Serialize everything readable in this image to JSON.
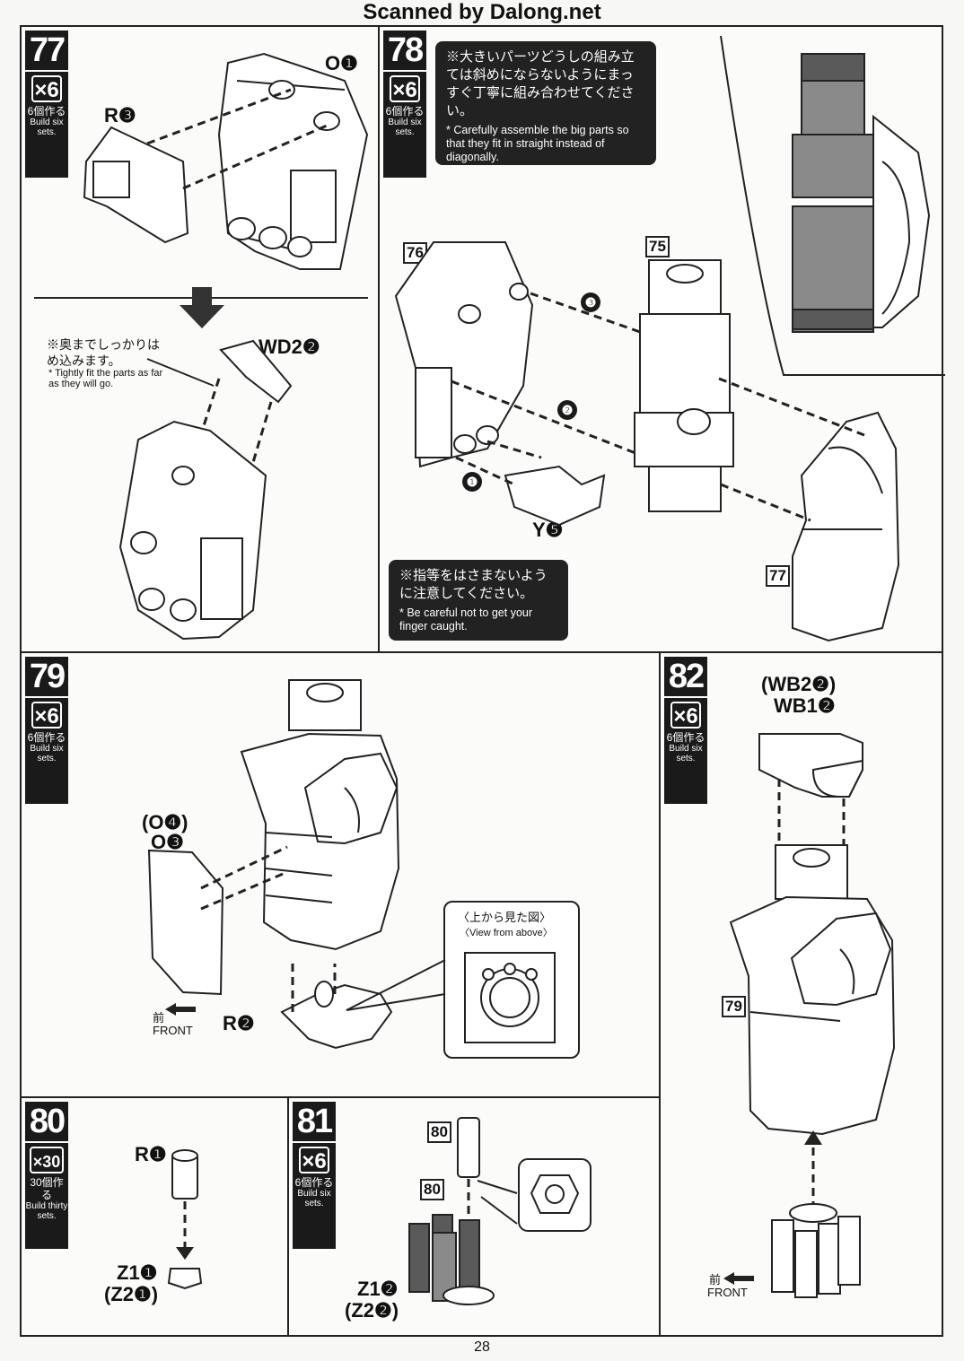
{
  "header": {
    "scan_credit": "Scanned by Dalong.net"
  },
  "page_number": "28",
  "steps": {
    "s77": {
      "number": "77",
      "multiplier": "×6",
      "count_jp": "6個作る",
      "count_en": "Build six sets."
    },
    "s78": {
      "number": "78",
      "multiplier": "×6",
      "count_jp": "6個作る",
      "count_en": "Build six sets."
    },
    "s79": {
      "number": "79",
      "multiplier": "×6",
      "count_jp": "6個作る",
      "count_en": "Build six sets."
    },
    "s80": {
      "number": "80",
      "multiplier": "×30",
      "count_jp": "30個作る",
      "count_en": "Build thirty sets."
    },
    "s81": {
      "number": "81",
      "multiplier": "×6",
      "count_jp": "6個作る",
      "count_en": "Build six sets."
    },
    "s82": {
      "number": "82",
      "multiplier": "×6",
      "count_jp": "6個作る",
      "count_en": "Build six sets."
    }
  },
  "parts": {
    "o1": "O❶",
    "r3": "R❸",
    "wd2": "WD2❷",
    "y5": "Y❺",
    "o4_alt": "(O❹)",
    "o3": "O❸",
    "r2": "R❷",
    "r1": "R❶",
    "z1_1": "Z1❶",
    "z2_1_alt": "(Z2❶)",
    "z1_2": "Z1❷",
    "z2_2_alt": "(Z2❷)",
    "wb2_alt": "(WB2❷)",
    "wb1": "WB1❷"
  },
  "refs": {
    "r76": "76",
    "r75": "75",
    "r77": "77",
    "r79": "79",
    "r80a": "80",
    "r80b": "80"
  },
  "order_markers": [
    "❶",
    "❷",
    "❸"
  ],
  "notes": {
    "tight_fit_jp": "※奥までしっかりはめ込みます。",
    "tight_fit_en": "* Tightly fit the parts as far as they will go.",
    "big_parts_jp": "※大きいパーツどうしの組み立ては斜めにならないようにまっすぐ丁寧に組み合わせてください。",
    "big_parts_en": "* Carefully assemble the big parts so that they fit in straight instead of diagonally.",
    "finger_jp": "※指等をはさまないように注意してください。",
    "finger_en": "* Be careful not to get your finger caught.",
    "view_above_jp": "〈上から見た図〉",
    "view_above_en": "〈View from above〉",
    "front_jp": "前",
    "front_en": "FRONT"
  }
}
